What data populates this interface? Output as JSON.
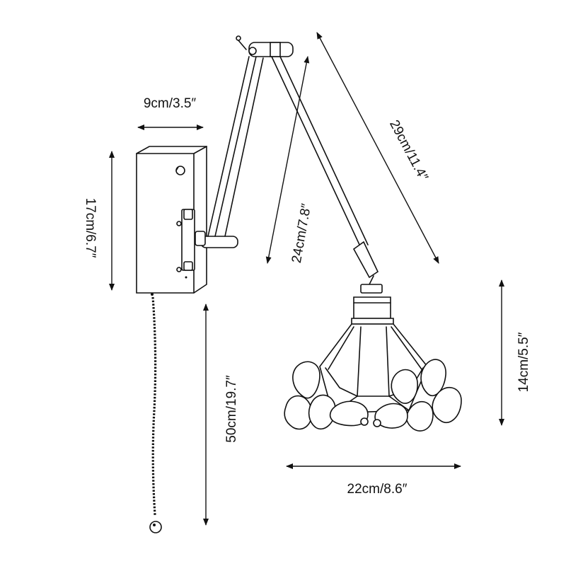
{
  "dimensions": {
    "base_width": "9cm/3.5″",
    "base_height": "17cm/6.7″",
    "chain_length": "50cm/19.7″",
    "arm_vertical": "24cm/7.8″",
    "arm_length": "29cm/11.4″",
    "shade_height": "14cm/5.5″",
    "shade_width": "22cm/8.6″"
  }
}
